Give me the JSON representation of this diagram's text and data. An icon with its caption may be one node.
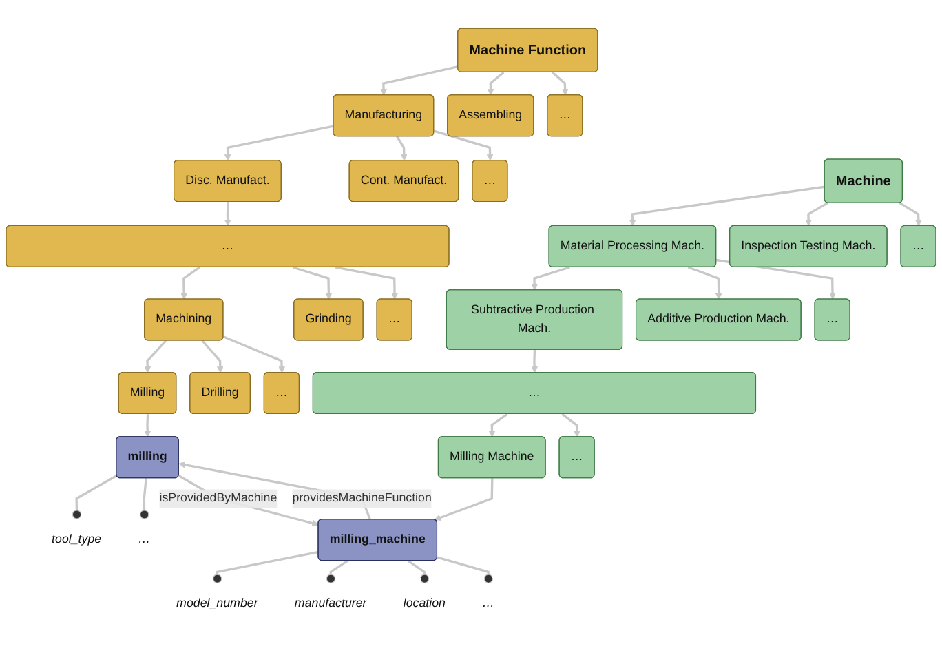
{
  "diagram": {
    "nodes": [
      {
        "text": [
          "Machine Function"
        ]
      },
      {
        "text": [
          "Manufacturing"
        ]
      },
      {
        "text": [
          "Assembling"
        ]
      },
      {
        "text": [
          "…"
        ]
      },
      {
        "text": [
          "Disc. Manufact."
        ]
      },
      {
        "text": [
          "Cont. Manufact."
        ]
      },
      {
        "text": [
          "…"
        ]
      },
      {
        "text": [
          "…"
        ]
      },
      {
        "text": [
          "Machining"
        ]
      },
      {
        "text": [
          "Grinding"
        ]
      },
      {
        "text": [
          "…"
        ]
      },
      {
        "text": [
          "Milling"
        ]
      },
      {
        "text": [
          "Drilling"
        ]
      },
      {
        "text": [
          "…"
        ]
      },
      {
        "text": [
          "milling"
        ]
      },
      {
        "text": [
          "tool_type"
        ]
      },
      {
        "text": [
          "…"
        ]
      },
      {
        "text": [
          "Machine"
        ]
      },
      {
        "text": [
          "Material Processing Mach."
        ]
      },
      {
        "text": [
          "Inspection Testing Mach."
        ]
      },
      {
        "text": [
          "…"
        ]
      },
      {
        "text": [
          "Subtractive Production Mach."
        ]
      },
      {
        "text": [
          "Additive Production Mach."
        ]
      },
      {
        "text": [
          "…"
        ]
      },
      {
        "text": [
          "…"
        ]
      },
      {
        "text": [
          "Milling Machine"
        ]
      },
      {
        "text": [
          "…"
        ]
      },
      {
        "text": [
          "milling_machine"
        ]
      },
      {
        "text": [
          "model_number"
        ]
      },
      {
        "text": [
          "manufacturer"
        ]
      },
      {
        "text": [
          "location"
        ]
      },
      {
        "text": [
          "…"
        ]
      }
    ],
    "edges": [
      {
        "from": 0,
        "to": 1,
        "arrow": "to"
      },
      {
        "from": 0,
        "to": 2,
        "arrow": "to"
      },
      {
        "from": 0,
        "to": 3,
        "arrow": "to"
      },
      {
        "from": 1,
        "to": 4,
        "arrow": "to"
      },
      {
        "from": 1,
        "to": 5,
        "arrow": "to"
      },
      {
        "from": 1,
        "to": 6,
        "arrow": "to"
      },
      {
        "from": 4,
        "to": 7,
        "arrow": "to"
      },
      {
        "from": 7,
        "to": 8,
        "arrow": "to"
      },
      {
        "from": 7,
        "to": 9,
        "arrow": "to"
      },
      {
        "from": 7,
        "to": 10,
        "arrow": "to"
      },
      {
        "from": 8,
        "to": 11,
        "arrow": "to"
      },
      {
        "from": 8,
        "to": 12,
        "arrow": "to"
      },
      {
        "from": 8,
        "to": 13,
        "arrow": "to"
      },
      {
        "from": 11,
        "to": 14,
        "arrow": "to"
      },
      {
        "from": 14,
        "to": 15,
        "arrow": "other"
      },
      {
        "from": 14,
        "to": 16,
        "arrow": "other"
      },
      {
        "from": 17,
        "to": 18,
        "arrow": "to"
      },
      {
        "from": 17,
        "to": 19,
        "arrow": "to"
      },
      {
        "from": 17,
        "to": 20,
        "arrow": "to"
      },
      {
        "from": 18,
        "to": 21,
        "arrow": "to"
      },
      {
        "from": 18,
        "to": 22,
        "arrow": "to"
      },
      {
        "from": 18,
        "to": 23,
        "arrow": "to"
      },
      {
        "from": 21,
        "to": 24,
        "arrow": "to"
      },
      {
        "from": 24,
        "to": 25,
        "arrow": "to"
      },
      {
        "from": 24,
        "to": 26,
        "arrow": "to"
      },
      {
        "from": 25,
        "to": 27,
        "arrow": "to"
      },
      {
        "from": 27,
        "to": 28,
        "arrow": "other"
      },
      {
        "from": 27,
        "to": 29,
        "arrow": "other"
      },
      {
        "from": 27,
        "to": 30,
        "arrow": "other"
      },
      {
        "from": 27,
        "to": 31,
        "arrow": "other"
      },
      {
        "from": 14,
        "to": 27,
        "label": "isProvidedByMachine",
        "arrow": "to"
      },
      {
        "from": 27,
        "to": 14,
        "label": "providesMachineFunction",
        "arrow": "to"
      }
    ]
  }
}
